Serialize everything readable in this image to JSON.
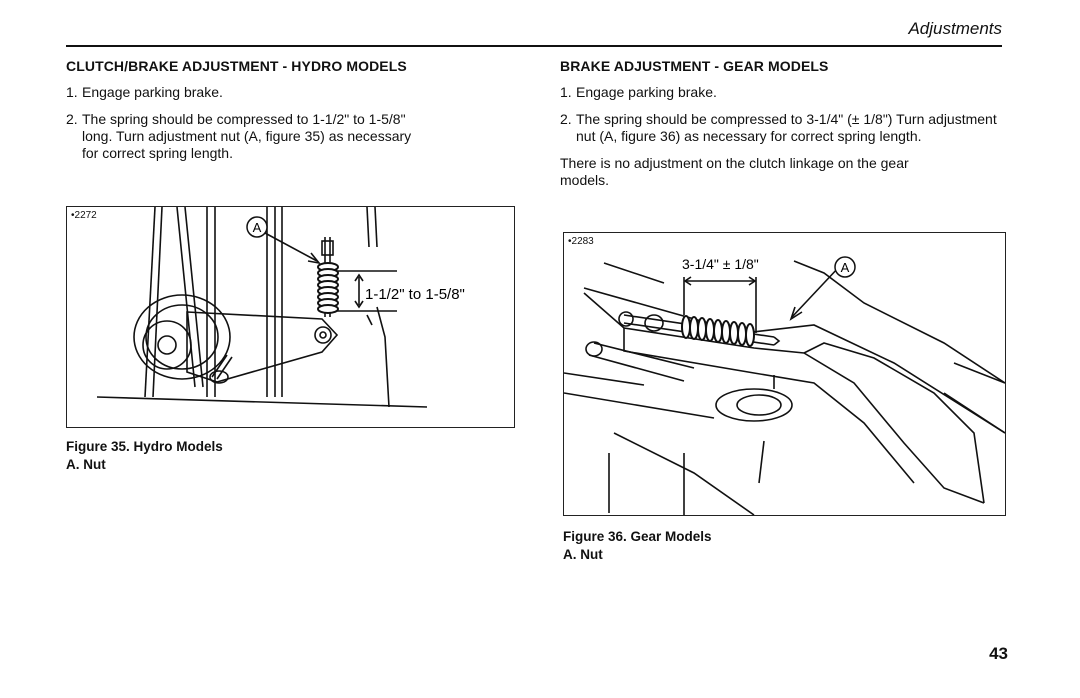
{
  "header": {
    "title": "Adjustments"
  },
  "left": {
    "heading": "CLUTCH/BRAKE ADJUSTMENT - HYDRO MODELS",
    "steps": [
      {
        "num": "1.",
        "text": "Engage parking brake."
      },
      {
        "num": "2.",
        "text": "The spring should be compressed to 1-1/2\" to 1-5/8\" long. Turn adjustment nut (A, figure 35) as necessary for correct spring length."
      }
    ],
    "figure": {
      "number": "•2272",
      "callout": "A",
      "dimension": "1-1/2\" to 1-5/8\"",
      "caption_title": "Figure 35.   Hydro Models",
      "caption_item": "A. Nut"
    }
  },
  "right": {
    "heading": "BRAKE ADJUSTMENT - GEAR MODELS",
    "steps": [
      {
        "num": "1.",
        "text": "Engage parking brake."
      },
      {
        "num": "2.",
        "text": "The spring should be compressed to 3-1/4\" (± 1/8\") Turn adjustment nut (A, figure 36) as necessary for correct spring length."
      }
    ],
    "note": "There is no adjustment on the clutch linkage on the gear models.",
    "figure": {
      "number": "•2283",
      "callout": "A",
      "dimension": "3-1/4\" ± 1/8\"",
      "caption_title": "Figure 36.   Gear Models",
      "caption_item": "A. Nut"
    }
  },
  "page_number": "43"
}
